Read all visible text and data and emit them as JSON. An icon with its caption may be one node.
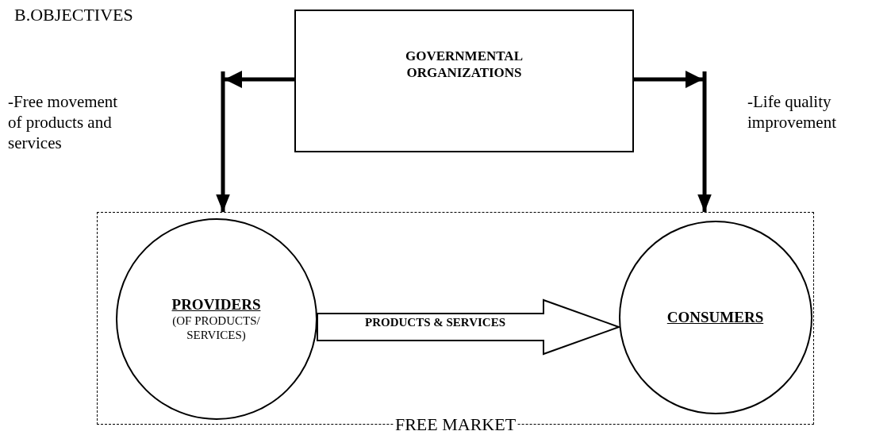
{
  "diagram": {
    "title": "B.OBJECTIVES",
    "nodes": [
      {
        "text": [
          "GOVERNMENTAL ORGANIZATIONS"
        ]
      },
      {
        "text": [
          "FREE MARKET"
        ]
      },
      {
        "text": [
          "PROVIDERS",
          "(OF PRODUCTS/ SERVICES)"
        ],
        "in": 1
      },
      {
        "text": [
          "CONSUMERS"
        ],
        "in": 1
      }
    ],
    "edges": [
      {
        "from": 0,
        "to": 1,
        "arrow": "to"
      },
      {
        "from": 0,
        "to": 1,
        "arrow": "to"
      },
      {
        "from": 2,
        "to": 3,
        "arrow": "to",
        "label": "PRODUCTS & SERVICES"
      }
    ],
    "labels": [
      "-Free movement of products and services",
      "-Life quality improvement"
    ]
  }
}
